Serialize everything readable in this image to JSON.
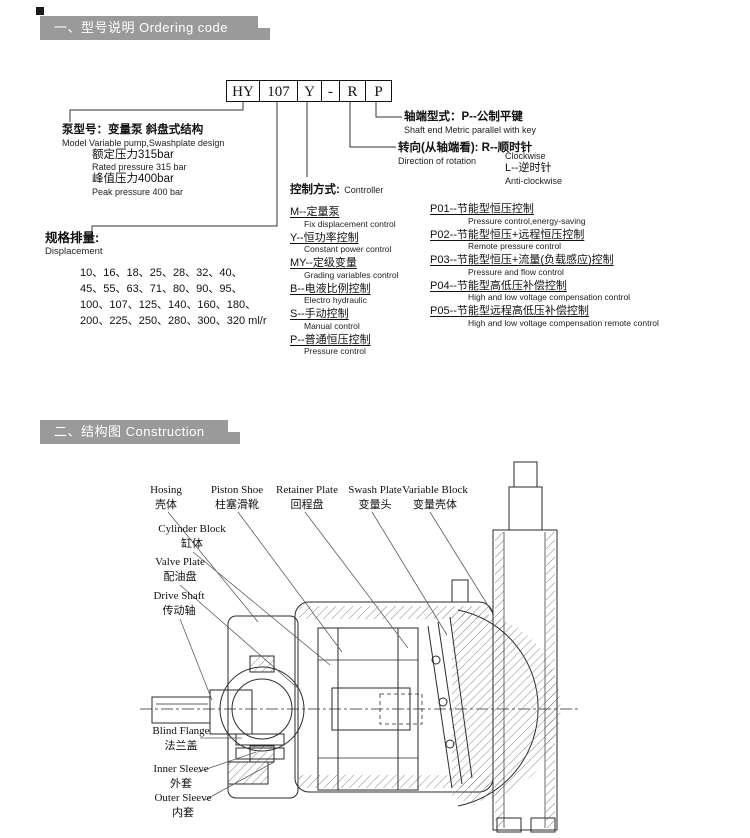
{
  "colors": {
    "bar": "#9a9a9a",
    "text": "#111111",
    "line": "#333333"
  },
  "section1": {
    "header": "一、型号说明 Ordering code",
    "code_boxes": [
      "HY",
      "107",
      "Y",
      "-",
      "R",
      "P"
    ],
    "model": {
      "cn1": "泵型号：变量泵  斜盘式结构",
      "en1": "Model  Variable pump,Swashplate design",
      "cn2": "额定压力315bar",
      "en2": "Rated pressure 315 bar",
      "cn3": "峰值压力400bar",
      "en3": "Peak pressure 400 bar"
    },
    "displacement": {
      "title_cn": "规格排量:",
      "title_en": "Displacement",
      "rows": [
        "10、16、18、25、28、32、40、",
        "45、55、63、71、80、90、95、",
        "100、107、125、140、160、180、",
        "200、225、250、280、300、320 ml/r"
      ]
    },
    "controller": {
      "title_cn": "控制方式:",
      "title_en": "Controller",
      "items": [
        {
          "cn": "M--定量泵",
          "en": "Fix displacement control"
        },
        {
          "cn": "Y--恒功率控制",
          "en": "Constant power control"
        },
        {
          "cn": "MY--定级变量",
          "en": "Grading variables control"
        },
        {
          "cn": "B--电液比例控制",
          "en": "Electro hydraulic"
        },
        {
          "cn": "S--手动控制",
          "en": "Manual control"
        },
        {
          "cn": "P--普通恒压控制",
          "en": "Pressure control"
        }
      ]
    },
    "shaft_end": {
      "cn": "轴端型式：P--公制平键",
      "en": "Shaft end  Metric parallel with key"
    },
    "rotation": {
      "cn": "转向(从轴端看):  R--顺时针",
      "en": "Direction of rotation",
      "cw": "Clockwise",
      "l_cn": "L--逆时针",
      "acw": "Anti-clockwise"
    },
    "p_items": [
      {
        "cn": "P01--节能型恒压控制",
        "en": "Pressure control,energy-saving"
      },
      {
        "cn": "P02--节能型恒压+远程恒压控制",
        "en": "Remote pressure control"
      },
      {
        "cn": "P03--节能型恒压+流量(负载感应)控制",
        "en": "Pressure and flow control"
      },
      {
        "cn": "P04--节能型高低压补偿控制",
        "en": "High and low voltage compensation control"
      },
      {
        "cn": "P05--节能型远程高低压补偿控制",
        "en": "High and low voltage compensation  remote control"
      }
    ]
  },
  "section2": {
    "header": "二、结构图 Construction",
    "labels": [
      {
        "en": "Hosing",
        "cn": "壳体"
      },
      {
        "en": "Piston Shoe",
        "cn": "柱塞滑靴"
      },
      {
        "en": "Retainer Plate",
        "cn": "回程盘"
      },
      {
        "en": "Swash Plate",
        "cn": "变量头"
      },
      {
        "en": "Variable Block",
        "cn": "变量壳体"
      },
      {
        "en": "Cylinder Block",
        "cn": "缸体"
      },
      {
        "en": "Valve Plate",
        "cn": "配油盘"
      },
      {
        "en": "Drive Shaft",
        "cn": "传动轴"
      },
      {
        "en": "Blind Flange",
        "cn": "法兰盖"
      },
      {
        "en": "Inner Sleeve",
        "cn": "外套"
      },
      {
        "en": "Outer Sleeve",
        "cn": "内套"
      }
    ]
  }
}
